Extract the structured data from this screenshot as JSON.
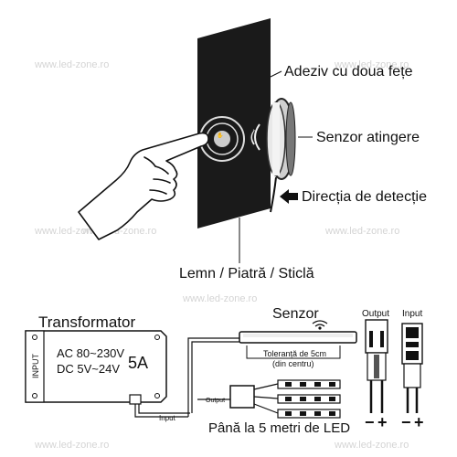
{
  "watermark": "www.led-zone.ro",
  "top_diagram": {
    "label_adhesive": "Adeziv cu doua fețe",
    "label_sensor": "Senzor atingere",
    "label_direction": "Direcția de detecție",
    "label_material": "Lemn / Piatră / Sticlă"
  },
  "bottom_diagram": {
    "transformer_title": "Transformator",
    "input_tag": "INPUT",
    "ac_spec": "AC 80~230V",
    "dc_spec": "DC 5V~24V",
    "current": "5A",
    "sensor_title": "Senzor",
    "tolerance_line1": "Toleranță de 5cm",
    "tolerance_line2": "(din centru)",
    "output_small": "Output",
    "input_small": "Input",
    "led_caption": "Până la 5 metri de LED",
    "connector_output_title": "Output",
    "connector_input_title": "Input",
    "polarity_marks": [
      "−",
      "+",
      "−",
      "+"
    ]
  }
}
